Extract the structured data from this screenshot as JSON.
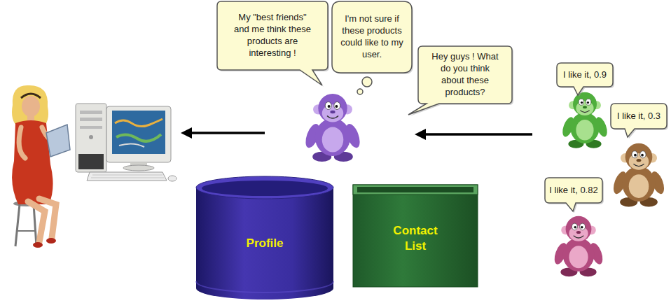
{
  "diagram": {
    "nodes": [
      {
        "text": [
          "My \"best friends\" and me think these products are interesting !"
        ]
      },
      {
        "text": [
          "I'm not sure if these products could like to my user."
        ]
      },
      {
        "text": [
          "Hey guys ! What do you think about these products?"
        ]
      },
      {
        "text": [
          "I like it, 0.9"
        ]
      },
      {
        "text": [
          "I like it, 0.3"
        ]
      },
      {
        "text": [
          "I like it, 0.82"
        ]
      },
      {
        "text": [
          "Profile"
        ]
      },
      {
        "text": [
          "Contact List"
        ]
      }
    ]
  }
}
